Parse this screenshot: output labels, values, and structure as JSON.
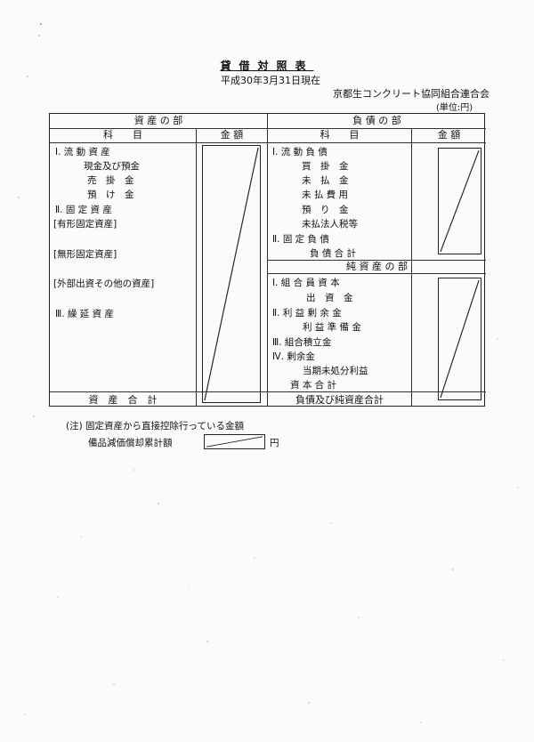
{
  "document": {
    "title": "貸借対照表",
    "date": "平成30年3月31日現在",
    "organization": "京都生コンクリート協同組合連合会",
    "unit": "(単位:円)"
  },
  "assets": {
    "section_header": "資 産 の 部",
    "col_item": "科　　目",
    "col_amount": "金 額",
    "items": [
      "Ⅰ. 流 動 資 産",
      "現金及び預金",
      "売　掛　金",
      "預　け　金",
      "Ⅱ. 固 定 資 産",
      "[有形固定資産]",
      "[無形固定資産]",
      "[外部出資その他の資産]",
      "Ⅲ. 繰 延 資 産"
    ],
    "total_label": "資　産　合　計"
  },
  "liabilities": {
    "section_header": "負 債 の 部",
    "col_item": "科　　目",
    "col_amount": "金 額",
    "items": [
      "Ⅰ. 流 動 負 債",
      "買　掛　金",
      "未　払　金",
      "未 払 費 用",
      "預　り　金",
      "未払法人税等",
      "Ⅱ. 固 定 負 債",
      "負 債 合 計"
    ]
  },
  "net_assets": {
    "section_header": "純 資 産 の 部",
    "items": [
      "Ⅰ. 組 合 員 資 本",
      "出　資　金",
      "Ⅱ. 利 益 剰 余 金",
      "利 益 準 備 金",
      "Ⅲ. 組合積立金",
      "Ⅳ. 剰余金",
      "当期未処分利益",
      "資 本 合 計"
    ],
    "total_label": "負債及び純資産合計"
  },
  "note": {
    "heading": "(注) 固定資産から直接控除行っている金額",
    "item_label": "備品減価償却累計額",
    "unit_suffix": "円"
  }
}
